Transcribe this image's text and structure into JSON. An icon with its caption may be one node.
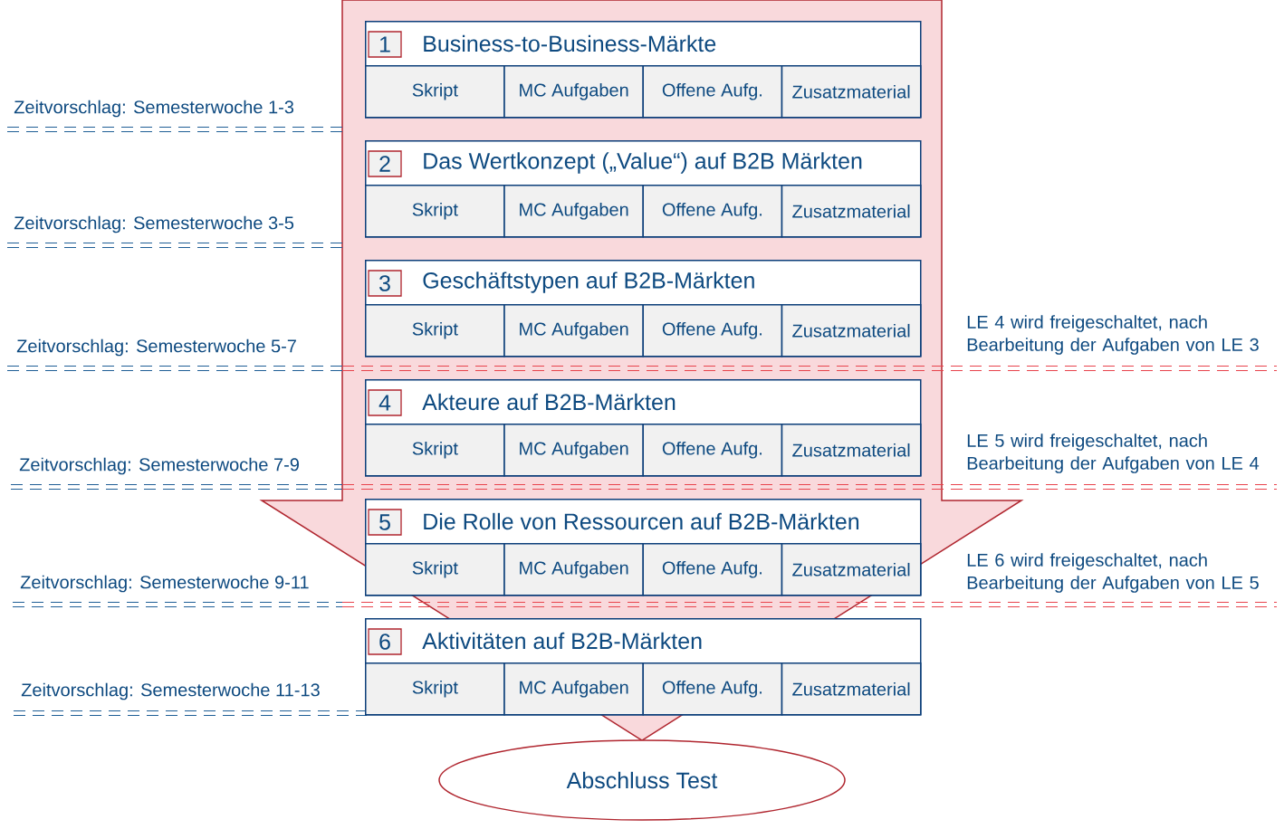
{
  "diagram": {
    "nodes": [
      {
        "text": [
          "Business-to-Business-Märkte"
        ]
      },
      {
        "text": [
          "1"
        ],
        "in": 0
      },
      {
        "text": [
          "Skript"
        ],
        "in": 0
      },
      {
        "text": [
          "MC Aufgaben"
        ],
        "in": 0
      },
      {
        "text": [
          "Offene Aufg."
        ],
        "in": 0
      },
      {
        "text": [
          "Zusatzmaterial"
        ],
        "in": 0
      },
      {
        "text": [
          "Das Wertkonzept („Value“) auf B2B Märkten"
        ]
      },
      {
        "text": [
          "2"
        ],
        "in": 6
      },
      {
        "text": [
          "Skript"
        ],
        "in": 6
      },
      {
        "text": [
          "MC Aufgaben"
        ],
        "in": 6
      },
      {
        "text": [
          "Offene Aufg."
        ],
        "in": 6
      },
      {
        "text": [
          "Zusatzmaterial"
        ],
        "in": 6
      },
      {
        "text": [
          "Geschäftstypen auf B2B-Märkten"
        ]
      },
      {
        "text": [
          "3"
        ],
        "in": 12
      },
      {
        "text": [
          "Skript"
        ],
        "in": 12
      },
      {
        "text": [
          "MC Aufgaben"
        ],
        "in": 12
      },
      {
        "text": [
          "Offene Aufg."
        ],
        "in": 12
      },
      {
        "text": [
          "Zusatzmaterial"
        ],
        "in": 12
      },
      {
        "text": [
          "Akteure auf B2B-Märkten"
        ]
      },
      {
        "text": [
          "4"
        ],
        "in": 18
      },
      {
        "text": [
          "Skript"
        ],
        "in": 18
      },
      {
        "text": [
          "MC Aufgaben"
        ],
        "in": 18
      },
      {
        "text": [
          "Offene Aufg."
        ],
        "in": 18
      },
      {
        "text": [
          "Zusatzmaterial"
        ],
        "in": 18
      },
      {
        "text": [
          "Die Rolle von Ressourcen auf B2B-Märkten"
        ]
      },
      {
        "text": [
          "5"
        ],
        "in": 24
      },
      {
        "text": [
          "Skript"
        ],
        "in": 24
      },
      {
        "text": [
          "MC Aufgaben"
        ],
        "in": 24
      },
      {
        "text": [
          "Offene Aufg."
        ],
        "in": 24
      },
      {
        "text": [
          "Zusatzmaterial"
        ],
        "in": 24
      },
      {
        "text": [
          "Aktivitäten auf B2B-Märkten"
        ]
      },
      {
        "text": [
          "6"
        ],
        "in": 30
      },
      {
        "text": [
          "Skript"
        ],
        "in": 30
      },
      {
        "text": [
          "MC Aufgaben"
        ],
        "in": 30
      },
      {
        "text": [
          "Offene Aufg."
        ],
        "in": 30
      },
      {
        "text": [
          "Zusatzmaterial"
        ],
        "in": 30
      },
      {
        "text": [
          "Abschluss Test"
        ]
      }
    ],
    "labels": [
      "Zeitvorschlag: Semesterwoche 1-3",
      "Zeitvorschlag: Semesterwoche 3-5",
      "LE 4 wird freigeschaltet, nach Bearbeitung der Aufgaben von LE 3",
      "Zeitvorschlag: Semesterwoche 5-7",
      "LE 5 wird freigeschaltet, nach Bearbeitung der Aufgaben von LE 4",
      "Zeitvorschlag: Semesterwoche 7-9",
      "LE 6 wird freigeschaltet, nach Bearbeitung der Aufgaben von LE 5",
      "Zeitvorschlag: Semesterwoche 9-11",
      "Zeitvorschlag: Semesterwoche 11-13"
    ]
  }
}
